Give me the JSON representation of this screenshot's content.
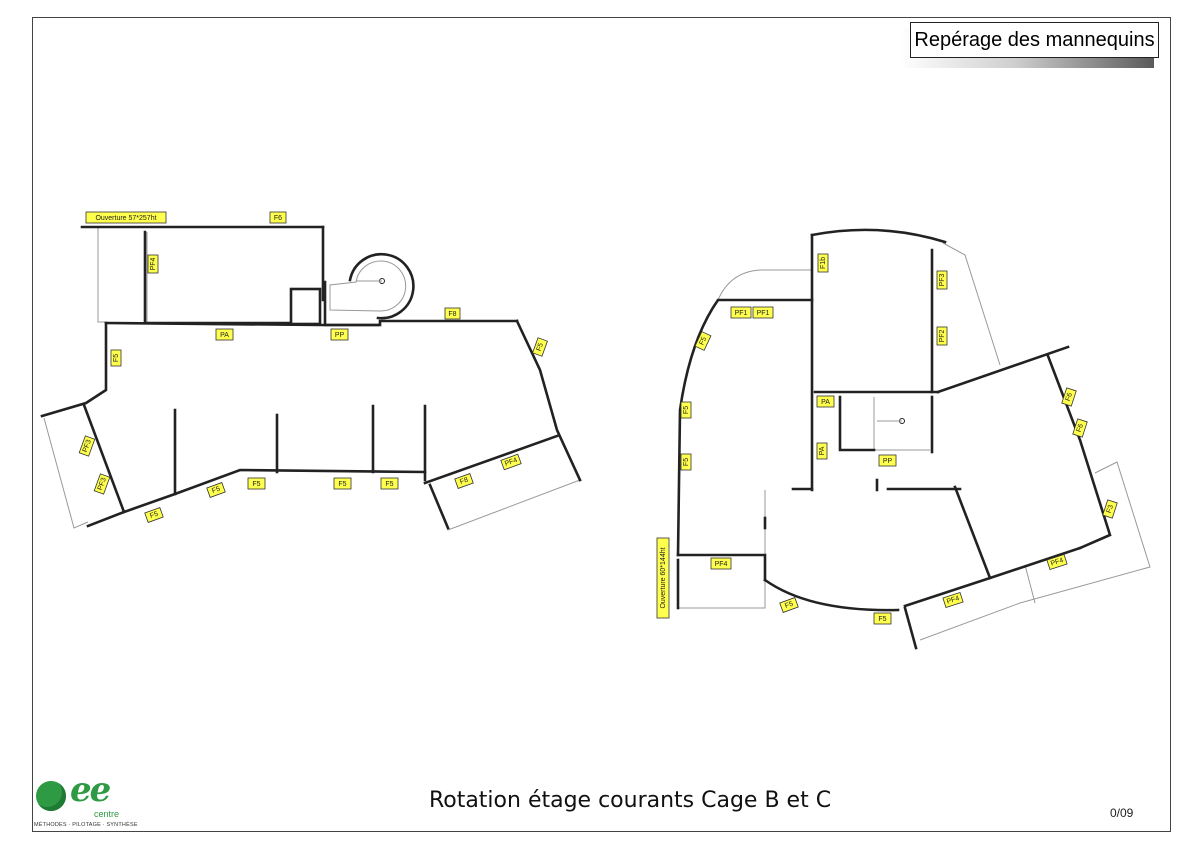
{
  "header": {
    "title": "Repérage des mannequins"
  },
  "footer": {
    "caption": "Rotation étage courants Cage B et C",
    "page_number": "0/09",
    "logo": {
      "mark": "ee",
      "name": "centre",
      "tagline": "MÉTHODES · PILOTAGE · SYNTHÈSE",
      "color": "#2e9a43"
    }
  },
  "plan_left": {
    "labels": [
      "Ouverture 57*257ht",
      "F6",
      "PF4",
      "PA",
      "PP",
      "F8",
      "F5",
      "F5",
      "PF3",
      "PF3",
      "F5",
      "F5",
      "F5",
      "F5",
      "F5",
      "F8",
      "PF4"
    ]
  },
  "plan_right": {
    "labels": [
      "F1b",
      "PF3",
      "PF1",
      "PF1",
      "F5",
      "PF2",
      "PA",
      "F6",
      "F6",
      "F5",
      "PA",
      "PP",
      "F5",
      "F3",
      "Ouverture 60*144ht",
      "PF4",
      "F5",
      "F5",
      "PF4",
      "PF4"
    ]
  },
  "colors": {
    "label_fill": "#ffff4d",
    "wall": "#222222",
    "outline": "#999999"
  }
}
